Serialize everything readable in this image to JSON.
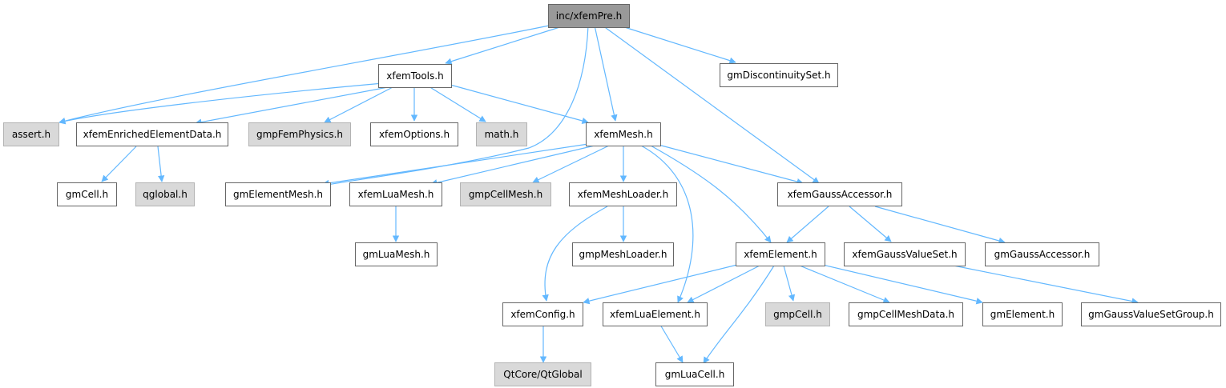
{
  "colors": {
    "edge": "#63b8ff",
    "node_border": "#666666",
    "external_fill": "#d9d9d9",
    "root_fill": "#999999"
  },
  "nodes": {
    "root": "inc/xfemPre.h",
    "xfemTools": "xfemTools.h",
    "gmDiscontinuitySet": "gmDiscontinuitySet.h",
    "assert": "assert.h",
    "xfemEnrichedElementData": "xfemEnrichedElementData.h",
    "gmpFemPhysics": "gmpFemPhysics.h",
    "xfemOptions": "xfemOptions.h",
    "math": "math.h",
    "xfemMesh": "xfemMesh.h",
    "gmCell": "gmCell.h",
    "qglobal": "qglobal.h",
    "gmElementMesh": "gmElementMesh.h",
    "xfemLuaMesh": "xfemLuaMesh.h",
    "gmpCellMesh": "gmpCellMesh.h",
    "xfemMeshLoader": "xfemMeshLoader.h",
    "xfemGaussAccessor": "xfemGaussAccessor.h",
    "gmLuaMesh": "gmLuaMesh.h",
    "gmpMeshLoader": "gmpMeshLoader.h",
    "xfemElement": "xfemElement.h",
    "xfemGaussValueSet": "xfemGaussValueSet.h",
    "gmGaussAccessor": "gmGaussAccessor.h",
    "xfemConfig": "xfemConfig.h",
    "xfemLuaElement": "xfemLuaElement.h",
    "gmpCell": "gmpCell.h",
    "gmpCellMeshData": "gmpCellMeshData.h",
    "gmElement": "gmElement.h",
    "gmGaussValueSetGroup": "gmGaussValueSetGroup.h",
    "QtCoreQtGlobal": "QtCore/QtGlobal",
    "gmLuaCell": "gmLuaCell.h"
  }
}
